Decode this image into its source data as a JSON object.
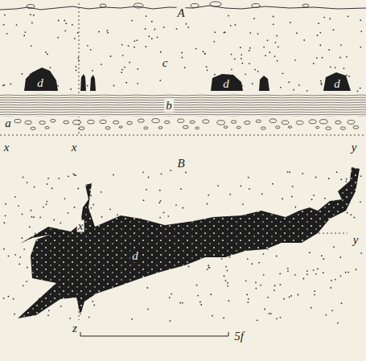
{
  "diagram": {
    "nodes": [
      {
        "text": [
          "d"
        ]
      },
      {
        "text": [
          "d"
        ]
      },
      {
        "text": [
          "d"
        ]
      },
      {
        "text": [
          "b"
        ]
      },
      {
        "text": [
          "d"
        ]
      }
    ],
    "labels": [
      "A",
      "c",
      "a",
      "x",
      "x",
      "y",
      "B",
      "x",
      "y",
      "z",
      "5f"
    ]
  }
}
